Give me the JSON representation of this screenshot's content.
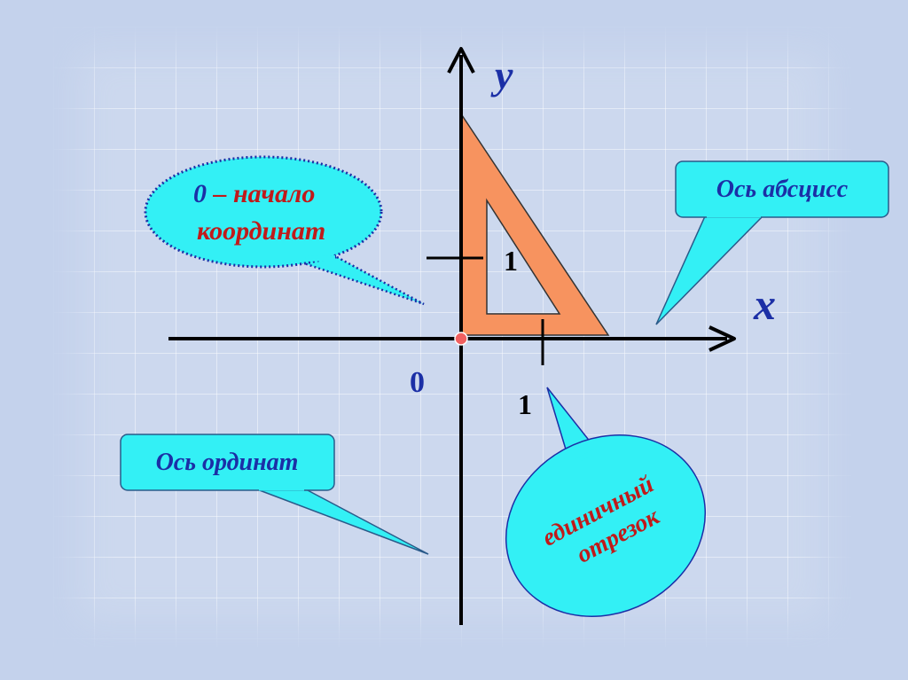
{
  "colors": {
    "background": "#c4d2ec",
    "callout_fill": "#33f0f5",
    "triangle_fill": "#f7935f",
    "axis": "#000000",
    "origin_dot": "#f06060",
    "heading_blue": "#1b2fa6",
    "text_red": "#c01a1a"
  },
  "axes": {
    "x_label": "x",
    "y_label": "y",
    "origin_label": "0",
    "x_unit_label": "1",
    "y_unit_label": "1"
  },
  "callouts": {
    "origin": {
      "number": "0",
      "dash": " – ",
      "line1_rest": "начало",
      "line2": "координат"
    },
    "x_axis": {
      "text": "Ось абсцисс"
    },
    "y_axis": {
      "text": "Ось ординат"
    },
    "unit_segment": {
      "line1": "единичный",
      "line2": "отрезок"
    }
  },
  "icons": {
    "set_square": "triangle-ruler-icon",
    "origin_point": "origin-dot-icon"
  }
}
